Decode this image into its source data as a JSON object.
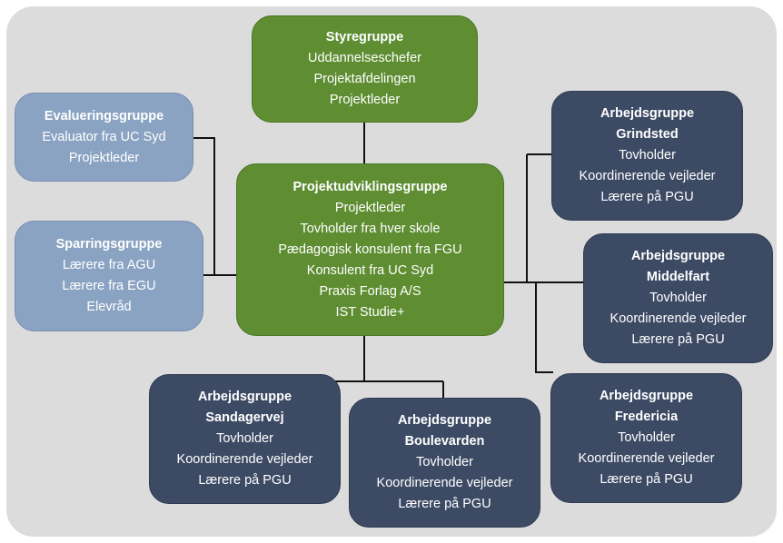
{
  "boxes": {
    "styregruppe": {
      "title": "Styregruppe",
      "lines": [
        "Uddannelseschefer",
        "Projektafdelingen",
        "Projektleder"
      ]
    },
    "evalueringsgruppe": {
      "title": "Evalueringsgruppe",
      "lines": [
        "Evaluator fra UC Syd",
        "Projektleder"
      ]
    },
    "sparringsgruppe": {
      "title": "Sparringsgruppe",
      "lines": [
        "Lærere fra AGU",
        "Lærere fra EGU",
        "Elevråd"
      ]
    },
    "projektudvikling": {
      "title": "Projektudviklingsgruppe",
      "lines": [
        "Projektleder",
        "Tovholder fra hver skole",
        "Pædagogisk konsulent fra FGU",
        "Konsulent fra UC Syd",
        "Praxis Forlag A/S",
        "IST Studie+"
      ]
    },
    "grindsted": {
      "title_lines": [
        "Arbejdsgruppe",
        "Grindsted"
      ],
      "lines": [
        "Tovholder",
        "Koordinerende vejleder",
        "Lærere på PGU"
      ]
    },
    "middelfart": {
      "title_lines": [
        "Arbejdsgruppe",
        "Middelfart"
      ],
      "lines": [
        "Tovholder",
        "Koordinerende vejleder",
        "Lærere på PGU"
      ]
    },
    "fredericia": {
      "title_lines": [
        "Arbejdsgruppe",
        "Fredericia"
      ],
      "lines": [
        "Tovholder",
        "Koordinerende vejleder",
        "Lærere på PGU"
      ]
    },
    "sandagervej": {
      "title_lines": [
        "Arbejdsgruppe",
        "Sandagervej"
      ],
      "lines": [
        "Tovholder",
        "Koordinerende vejleder",
        "Lærere på PGU"
      ]
    },
    "boulevarden": {
      "title_lines": [
        "Arbejdsgruppe",
        "Boulevarden"
      ],
      "lines": [
        "Tovholder",
        "Koordinerende vejleder",
        "Lærere på PGU"
      ]
    }
  },
  "colors": {
    "background_panel": "#dcdcdc",
    "green_box": "#5e8d32",
    "light_blue_box": "#8aa3c3",
    "dark_blue_box": "#3c4a64",
    "connector": "#111111",
    "text": "#ffffff"
  }
}
